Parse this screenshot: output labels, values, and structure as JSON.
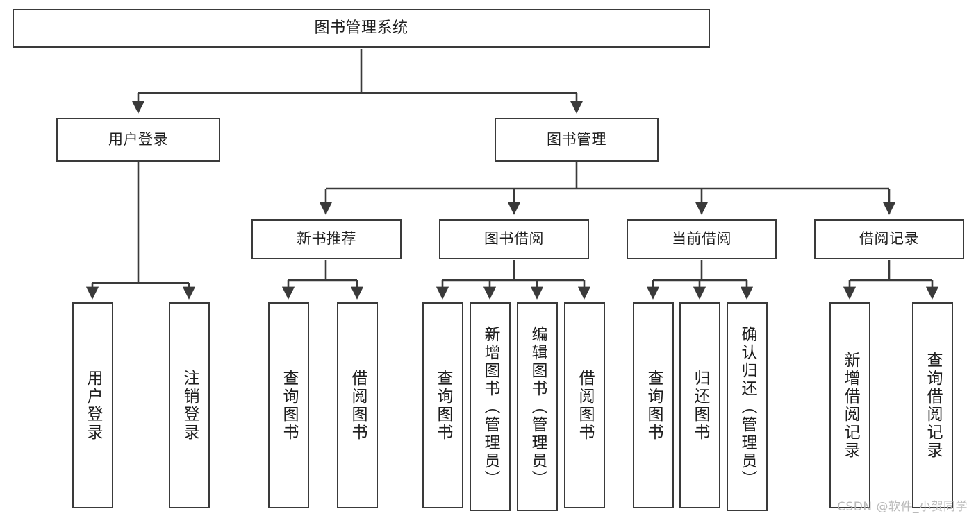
{
  "diagram": {
    "title": "图书管理系统",
    "type": "tree-structure-chart",
    "watermark": "CSDN @软件_小贺同学",
    "line_color": "#3a3a3a",
    "box_fill": "#ffffff",
    "text_color": "#1d1d1d",
    "watermark_color": "#b9b9b9"
  },
  "nodes": {
    "root": {
      "label": "图书管理系统"
    },
    "level2": [
      {
        "label": "用户登录"
      },
      {
        "label": "图书管理"
      }
    ],
    "level3": [
      {
        "label": "新书推荐"
      },
      {
        "label": "图书借阅"
      },
      {
        "label": "当前借阅"
      },
      {
        "label": "借阅记录"
      }
    ],
    "leaves": {
      "user_login": [
        {
          "label": "用户登录"
        },
        {
          "label": "注销登录"
        }
      ],
      "new_book_recommend": [
        {
          "label": "查询图书"
        },
        {
          "label": "借阅图书"
        }
      ],
      "book_borrow": [
        {
          "label": "查询图书"
        },
        {
          "label": "新增图书（管理员）"
        },
        {
          "label": "编辑图书（管理员）"
        },
        {
          "label": "借阅图书"
        }
      ],
      "current_borrow": [
        {
          "label": "查询图书"
        },
        {
          "label": "归还图书"
        },
        {
          "label": "确认归还（管理员）"
        }
      ],
      "borrow_record": [
        {
          "label": "新增借阅记录"
        },
        {
          "label": "查询借阅记录"
        }
      ]
    }
  }
}
